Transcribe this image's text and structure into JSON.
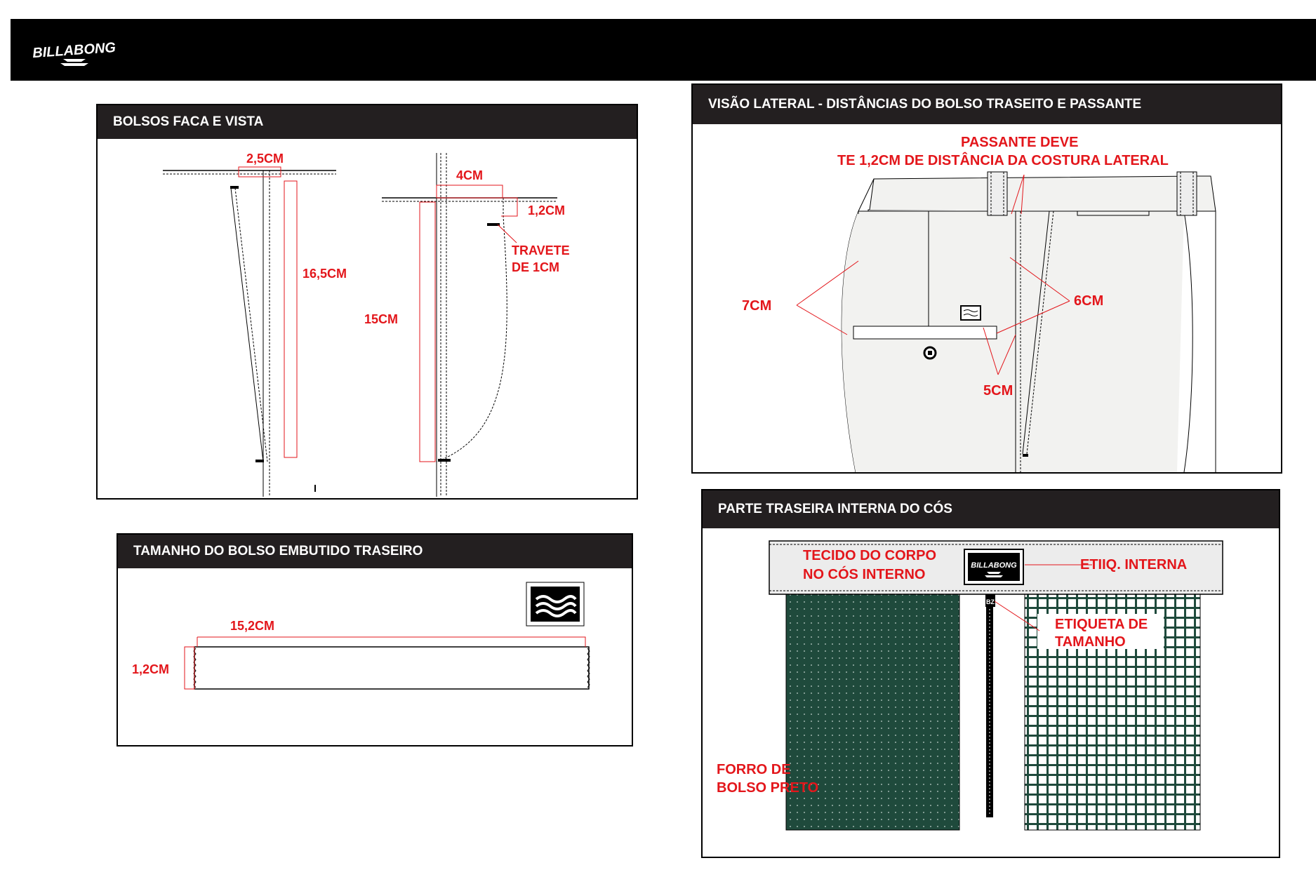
{
  "brand": {
    "name": "BILLABONG",
    "icon": "billabong-wave-logo"
  },
  "panels": {
    "front_pockets": {
      "title": "BOLSOS FACA E VISTA",
      "labels": {
        "top_width": "2,5CM",
        "fly_length": "16,5CM",
        "pocket_opening": "4CM",
        "bartack_offset": "1,2CM",
        "bartack_note": "TRAVETE\nDE 1CM",
        "pocket_depth": "15CM"
      }
    },
    "side_view": {
      "title": "VISÃO LATERAL - DISTÂNCIAS DO BOLSO TRASEITO E PASSANTE",
      "labels": {
        "beltloop_note_1": "PASSANTE  DEVE",
        "beltloop_note_2": "TE 1,2CM DE DISTÂNCIA DA COSTURA LATERAL",
        "pocket_from_waist": "7CM",
        "side_seam_distance": "6CM",
        "pocket_to_seam": "5CM"
      }
    },
    "back_pocket": {
      "title": "TAMANHO DO BOLSO EMBUTIDO TRASEIRO",
      "labels": {
        "width": "15,2CM",
        "height": "1,2CM"
      }
    },
    "inner_waistband": {
      "title": "PARTE TRASEIRA INTERNA DO CÓS",
      "labels": {
        "body_fabric_1": "TECIDO DO CORPO",
        "body_fabric_2": "NO CÓS INTERNO",
        "inner_label": "ETIIQ. INTERNA",
        "size_label_1": "ETIQUETA DE",
        "size_label_2": "TAMANHO",
        "pocketing_1": "FORRO DE",
        "pocketing_2": "BOLSO PRETO"
      }
    }
  },
  "colors": {
    "accent_red": "#e3161b",
    "header_dark": "#231f20",
    "pocketing_green": "#1f4a3c"
  }
}
